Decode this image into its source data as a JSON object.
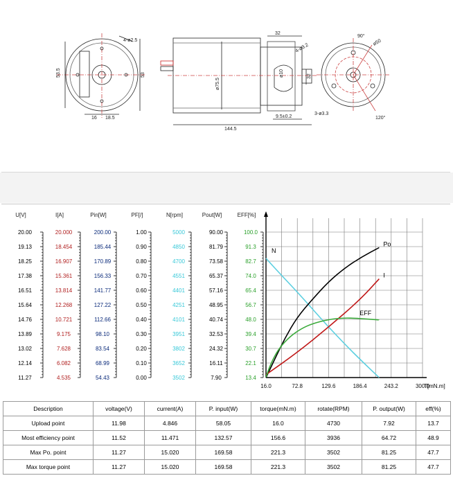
{
  "drawing": {
    "dims": {
      "left_w": "53.5",
      "left_h": "53",
      "left_b1": "16",
      "left_b2": "18.5",
      "left_hole": "4-ø2.5",
      "body_len": "144.5",
      "body_dia": "ø75.5",
      "shaft_len": "32",
      "flange_len": "9.5±0.2",
      "flange_h": "32",
      "hole_a": "4-ø3.2",
      "hole_b": "3-ø3.3",
      "shaft_dia": "ø10",
      "right_dia": "ø50",
      "angle1": "90°",
      "angle2": "120°"
    }
  },
  "axes_headers": [
    "U[V]",
    "I[A]",
    "Pin[W]",
    "PF[/]",
    "N[rpm]",
    "Pout[W]",
    "EFF[%]"
  ],
  "axes_values": {
    "U": [
      "20.00",
      "19.13",
      "18.25",
      "17.38",
      "16.51",
      "15.64",
      "14.76",
      "13.89",
      "13.02",
      "12.14",
      "11.27"
    ],
    "I": [
      "20.000",
      "18.454",
      "16.907",
      "15.361",
      "13.814",
      "12.268",
      "10.721",
      "9.175",
      "7.628",
      "6.082",
      "4.535"
    ],
    "Pin": [
      "200.00",
      "185.44",
      "170.89",
      "156.33",
      "141.77",
      "127.22",
      "112.66",
      "98.10",
      "83.54",
      "68.99",
      "54.43"
    ],
    "PF": [
      "1.00",
      "0.90",
      "0.80",
      "0.70",
      "0.60",
      "0.50",
      "0.40",
      "0.30",
      "0.20",
      "0.10",
      "0.00"
    ],
    "N": [
      "5000",
      "4850",
      "4700",
      "4551",
      "4401",
      "4251",
      "4101",
      "3951",
      "3802",
      "3652",
      "3502"
    ],
    "Pout": [
      "90.00",
      "81.79",
      "73.58",
      "65.37",
      "57.16",
      "48.95",
      "40.74",
      "32.53",
      "24.32",
      "16.11",
      "7.90"
    ],
    "EFF": [
      "100.0",
      "91.3",
      "82.7",
      "74.0",
      "65.4",
      "56.7",
      "48.0",
      "39.4",
      "30.7",
      "22.1",
      "13.4"
    ]
  },
  "axes_colors": {
    "U": "#000000",
    "I": "#b01e1e",
    "Pin": "#0a2a7a",
    "PF": "#000000",
    "N": "#38c8d8",
    "Pout": "#000000",
    "EFF": "#2aa02a"
  },
  "chart_data": {
    "type": "line",
    "xlabel": "T[mN.m]",
    "x_ticks": [
      "16.0",
      "72.8",
      "129.6",
      "186.4",
      "243.2",
      "300.0"
    ],
    "xlim": [
      16.0,
      300.0
    ],
    "series": [
      {
        "name": "N",
        "color": "#5ccfe0",
        "x": [
          16.0,
          40,
          70,
          100,
          130,
          160,
          190,
          221.3
        ],
        "y": [
          4730,
          4580,
          4400,
          4210,
          4020,
          3840,
          3670,
          3502
        ],
        "axis": "N"
      },
      {
        "name": "Po",
        "color": "#000000",
        "x": [
          16.0,
          30,
          50,
          72.8,
          100,
          129.6,
          160,
          190,
          221.3
        ],
        "y": [
          7.9,
          17,
          30,
          42,
          52,
          62,
          70,
          76,
          81.25
        ],
        "axis": "Pout"
      },
      {
        "name": "I",
        "color": "#c01818",
        "x": [
          16.0,
          72.8,
          129.6,
          186.4,
          221.3
        ],
        "y": [
          4.846,
          7.2,
          9.9,
          12.8,
          15.02
        ],
        "axis": "I"
      },
      {
        "name": "EFF",
        "color": "#3aaa3a",
        "x": [
          16.0,
          25,
          40,
          60,
          80,
          100,
          130,
          156.6,
          180,
          200,
          221.3
        ],
        "y": [
          13.7,
          22,
          31,
          38,
          42.5,
          45.5,
          48,
          48.9,
          48.7,
          48.2,
          47.7
        ],
        "axis": "EFF"
      }
    ]
  },
  "table": {
    "headers": [
      "Description",
      "voltage(V)",
      "current(A)",
      "P. input(W)",
      "torque(mN.m)",
      "rotate(RPM)",
      "P. output(W)",
      "eff(%)"
    ],
    "rows": [
      [
        "Upload point",
        "11.98",
        "4.846",
        "58.05",
        "16.0",
        "4730",
        "7.92",
        "13.7"
      ],
      [
        "Most efficiency point",
        "11.52",
        "11.471",
        "132.57",
        "156.6",
        "3936",
        "64.72",
        "48.9"
      ],
      [
        "Max Po. point",
        "11.27",
        "15.020",
        "169.58",
        "221.3",
        "3502",
        "81.25",
        "47.7"
      ],
      [
        "Max torque point",
        "11.27",
        "15.020",
        "169.58",
        "221.3",
        "3502",
        "81.25",
        "47.7"
      ]
    ]
  }
}
